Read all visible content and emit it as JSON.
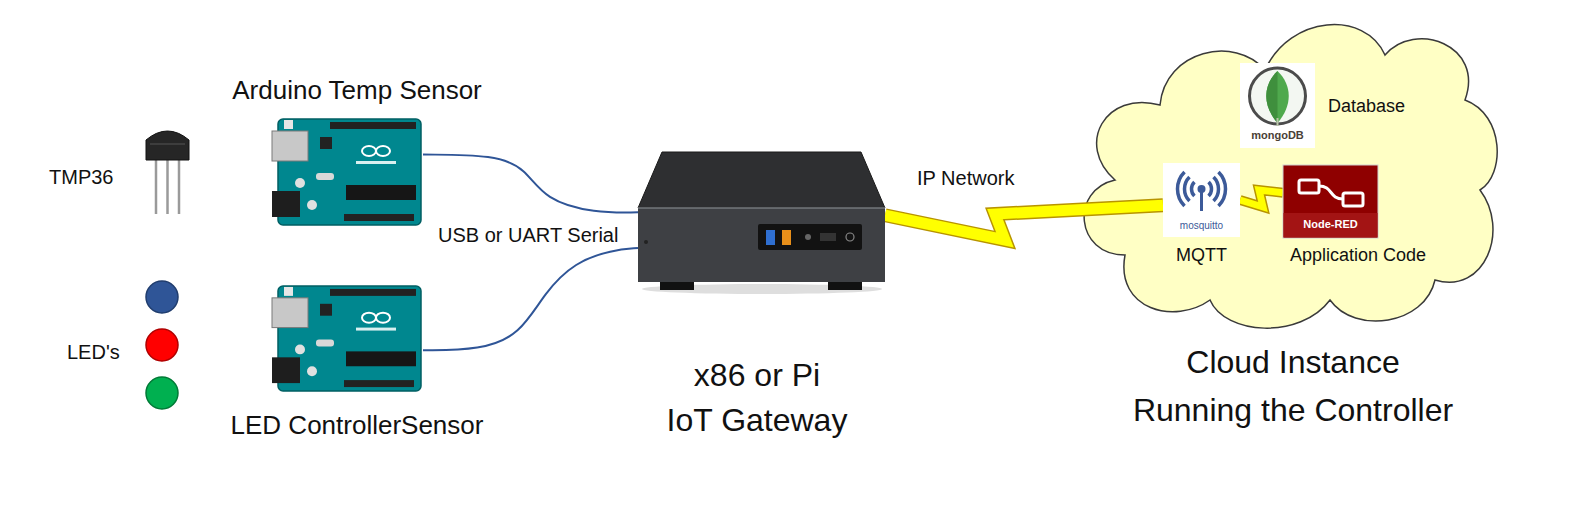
{
  "diagram": {
    "nodes": [
      {
        "text": [
          "Arduino Temp Sensor"
        ]
      },
      {
        "text": [
          "LED ControllerSensor"
        ]
      },
      {
        "text": [
          "x86 or Pi",
          "IoT Gateway"
        ]
      },
      {
        "text": [
          "Cloud Instance",
          "Running the Controller"
        ]
      },
      {
        "text": [
          "mongoDB",
          "Database"
        ],
        "in": 3
      },
      {
        "text": [
          "mosquitto",
          "MQTT"
        ],
        "in": 3
      },
      {
        "text": [
          "Node-RED",
          "Application Code"
        ],
        "in": 3
      }
    ],
    "edges": [
      {
        "from": 0,
        "to": 2,
        "arrow": "none"
      },
      {
        "from": 1,
        "to": 2,
        "arrow": "none"
      },
      {
        "from": 2,
        "to": 5,
        "label": "IP Network",
        "arrow": "none"
      },
      {
        "from": 5,
        "to": 6,
        "arrow": "none"
      }
    ],
    "labels": [
      "TMP36",
      "LED's",
      "USB or UART Serial"
    ]
  }
}
